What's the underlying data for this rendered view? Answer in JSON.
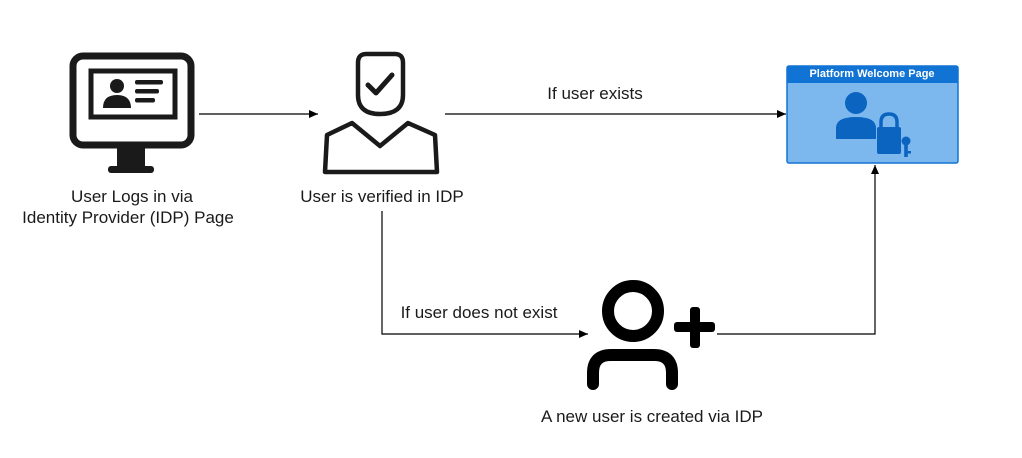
{
  "nodes": {
    "login": {
      "label_line1": "User Logs in via",
      "label_line2": "Identity Provider (IDP) Page",
      "icon": "id-card-monitor-icon"
    },
    "verified": {
      "label": "User is verified in IDP",
      "icon": "verified-user-icon"
    },
    "welcome": {
      "title": "Platform Welcome Page",
      "icon": "user-lock-key-icon"
    },
    "new_user": {
      "label": "A new user is created via IDP",
      "icon": "user-plus-icon"
    }
  },
  "edges": {
    "exists": "If user exists",
    "not_exists": "If user does not exist"
  },
  "colors": {
    "panel_fill": "#7cb8ee",
    "panel_header": "#1174d4",
    "panel_icon": "#0b64c0"
  }
}
